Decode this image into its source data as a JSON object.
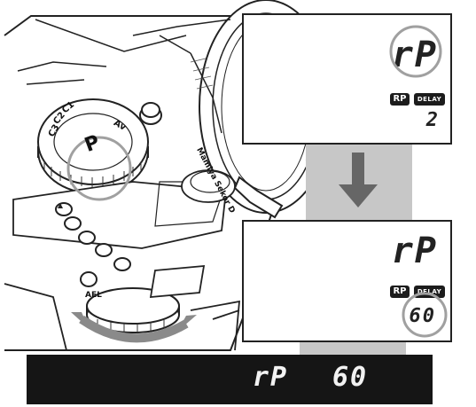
{
  "top_panel": {
    "mode_text": "rP",
    "badge_rp": "RP",
    "badge_delay": "DELAY",
    "value": "2"
  },
  "bottom_panel": {
    "mode_text": "rP",
    "badge_rp": "RP",
    "badge_delay": "DELAY",
    "value": "60"
  },
  "status_bar": {
    "mode_text": "rP",
    "value": "60"
  },
  "camera": {
    "brand_text": "Mamiya Sekor D",
    "dial_letters": [
      "P",
      "Av",
      "C3",
      "C2",
      "C1"
    ],
    "ael_label": "AEL"
  },
  "colors": {
    "background": "#ffffff",
    "bar": "#151515",
    "gray_area": "#c7c7c7",
    "arrow": "#666666",
    "highlight_circle": "#a0a0a0"
  }
}
